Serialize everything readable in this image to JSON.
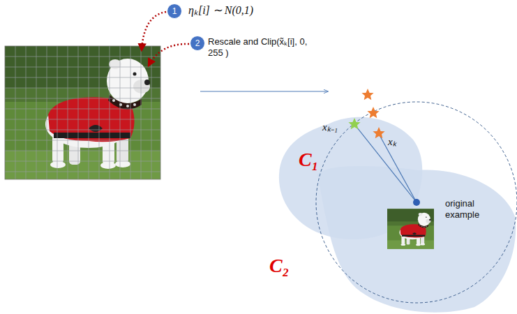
{
  "diagram": {
    "nodes": [
      {
        "text": [
          "1"
        ]
      },
      {
        "text": [
          "2"
        ]
      }
    ],
    "labels": [
      "ηₖ[i] ∼ N(0,1)",
      "Rescale and Clip(x̃ₖ[i], 0, 255 )",
      "xₖ₋₁",
      "xₖ",
      "C₁",
      "C₂",
      "original example"
    ]
  }
}
